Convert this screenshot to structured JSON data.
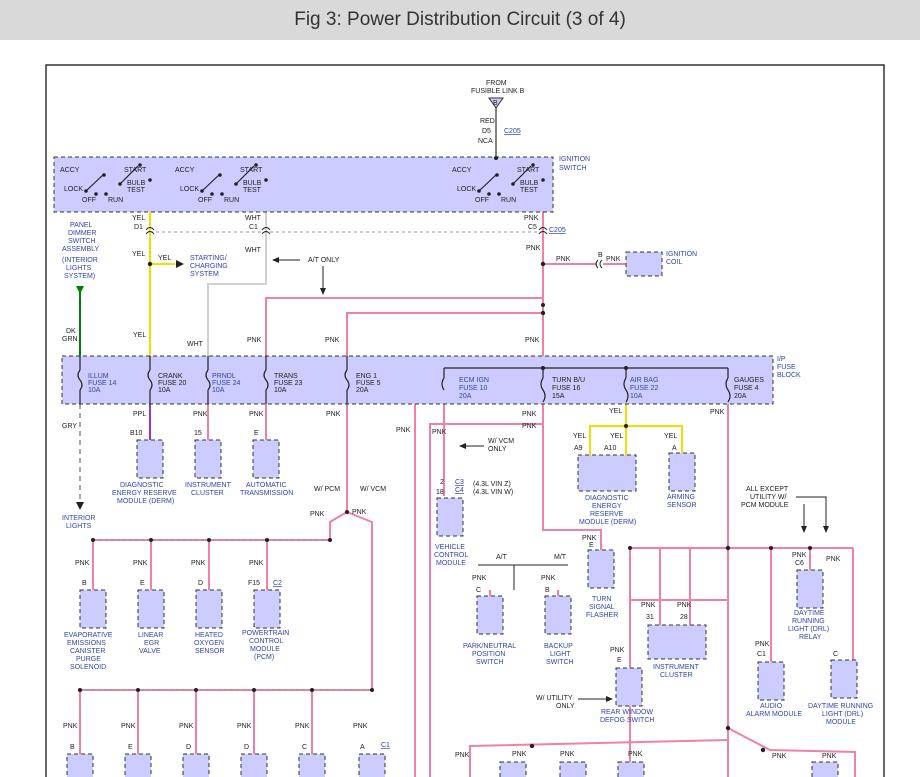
{
  "title": "Fig 3: Power Distribution Circuit (3 of 4)",
  "colors": {
    "pnk": "#f080a8",
    "yel": "#f0e000",
    "wht": "#d0d0d0",
    "gry": "#a8a8a8",
    "grn": "#008000",
    "ppl": "#9933cc",
    "box": "#ccccff",
    "blue": "#3344aa"
  },
  "top": {
    "from": "FROM",
    "fusible": "FUSIBLE LINK B",
    "b": "B",
    "red": "RED",
    "d5": "D5",
    "c205": "C205",
    "nca": "NCA"
  },
  "ign": {
    "label1": "IGNITION",
    "label2": "SWITCH",
    "accy": "ACCY",
    "start": "START",
    "lock": "LOCK",
    "bulb": "BULB",
    "test": "TEST",
    "off": "OFF",
    "run": "RUN",
    "yel": "YEL",
    "d1": "D1",
    "wht": "WHT",
    "c1": "C1",
    "pnk": "PNK",
    "c5": "C5",
    "c205": "C205"
  },
  "upper": {
    "pd1": "PANEL",
    "pd2": "DIMMER",
    "pd3": "SWITCH",
    "pd4": "ASSEMBLY",
    "pd5": "(INTERIOR",
    "pd6": "LIGHTS",
    "pd7": "SYSTEM)",
    "start1": "STARTING/",
    "start2": "CHARGING",
    "start3": "SYSTEM",
    "at_only": "A/T ONLY",
    "b": "B",
    "pnk": "PNK",
    "coil1": "IGNITION",
    "coil2": "COIL",
    "dk": "DK",
    "grn": "GRN",
    "yel": "YEL",
    "wht": "WHT"
  },
  "fuse": {
    "block1": "I/P",
    "block2": "FUSE",
    "block3": "BLOCK",
    "illum": [
      "ILLUM",
      "FUSE 14",
      "10A"
    ],
    "crank": [
      "CRANK",
      "FUSE 20",
      "10A"
    ],
    "prndl": [
      "PRNDL",
      "FUSE 24",
      "10A"
    ],
    "trans": [
      "TRANS",
      "FUSE 23",
      "10A"
    ],
    "eng": [
      "ENG 1",
      "FUSE 5",
      "20A"
    ],
    "ecm": [
      "ECM IGN",
      "FUSE 10",
      "20A"
    ],
    "turn": [
      "TURN B/U",
      "FUSE 16",
      "15A"
    ],
    "airbag": [
      "AIR BAG",
      "FUSE 22",
      "10A"
    ],
    "gauges": [
      "GAUGES",
      "FUSE 4",
      "20A"
    ]
  },
  "lower": {
    "gry": "GRY",
    "ppl": "PPL",
    "pnk": "PNK",
    "yel": "YEL",
    "b10": "B10",
    "n15": "15",
    "e": "E",
    "a9": "A9",
    "a10": "A10",
    "a": "A",
    "derm1": [
      "DIAGNOSTIC",
      "ENERGY RESERVE",
      "MODULE (DERM)"
    ],
    "cluster1": [
      "INSTRUMENT",
      "CLUSTER"
    ],
    "autotrans": [
      "AUTOMATIC",
      "TRANSMISSION"
    ],
    "interior": [
      "INTERIOR",
      "LIGHTS"
    ],
    "wvcm_only": [
      "W/ VCM",
      "ONLY"
    ],
    "n2": "2",
    "n18": "18",
    "c3": "C3",
    "c4": "C4",
    "vin_z": "(4.3L VIN Z)",
    "vin_w": "(4.3L VIN W)",
    "vcm": [
      "VEHICLE",
      "CONTROL",
      "MODULE"
    ],
    "derm2": [
      "DIAGNOSTIC",
      "ENERGY",
      "RESERVE",
      "MODULE (DERM)"
    ],
    "arming": [
      "ARMING",
      "SENSOR"
    ],
    "except": [
      "ALL EXCEPT",
      "UTILITY W/",
      "PCM MODULE"
    ],
    "wpcm": "W/ PCM",
    "wvcm": "W/ VCM",
    "evap": [
      "EVAPORATIVE",
      "EMISSIONS",
      "CANISTER",
      "PURGE",
      "SOLENOID"
    ],
    "egr": [
      "LINEAR",
      "EGR",
      "VALVE"
    ],
    "o2": [
      "HEATED",
      "OXYGEN",
      "SENSOR"
    ],
    "pcm": [
      "POWERTRAIN",
      "CONTROL",
      "MODULE",
      "(PCM)"
    ],
    "f15": "F15",
    "c2": "C2",
    "d": "D",
    "c": "C",
    "c1": "C1",
    "at": "A/T",
    "mt": "M/T",
    "park": [
      "PARK/NEUTRAL",
      "POSITION",
      "SWITCH"
    ],
    "backup": [
      "BACKUP",
      "LIGHT",
      "SWITCH"
    ],
    "flasher": [
      "TURN",
      "SIGNAL",
      "FLASHER"
    ],
    "c6": "C6",
    "n31": "31",
    "n28": "28",
    "cluster2": [
      "INSTRUMENT",
      "CLUSTER"
    ],
    "drl_relay": [
      "DAYTIME",
      "RUNNING",
      "LIGHT (DRL)",
      "RELAY"
    ],
    "wutil": [
      "W/ UTILITY",
      "ONLY"
    ],
    "defog": [
      "REAR WINDOW",
      "DEFOG SWITCH"
    ],
    "alarm": [
      "AUDIO",
      "ALARM MODULE"
    ],
    "drl_mod": [
      "DAYTIME RUNNING",
      "LIGHT (DRL)",
      "MODULE"
    ]
  }
}
